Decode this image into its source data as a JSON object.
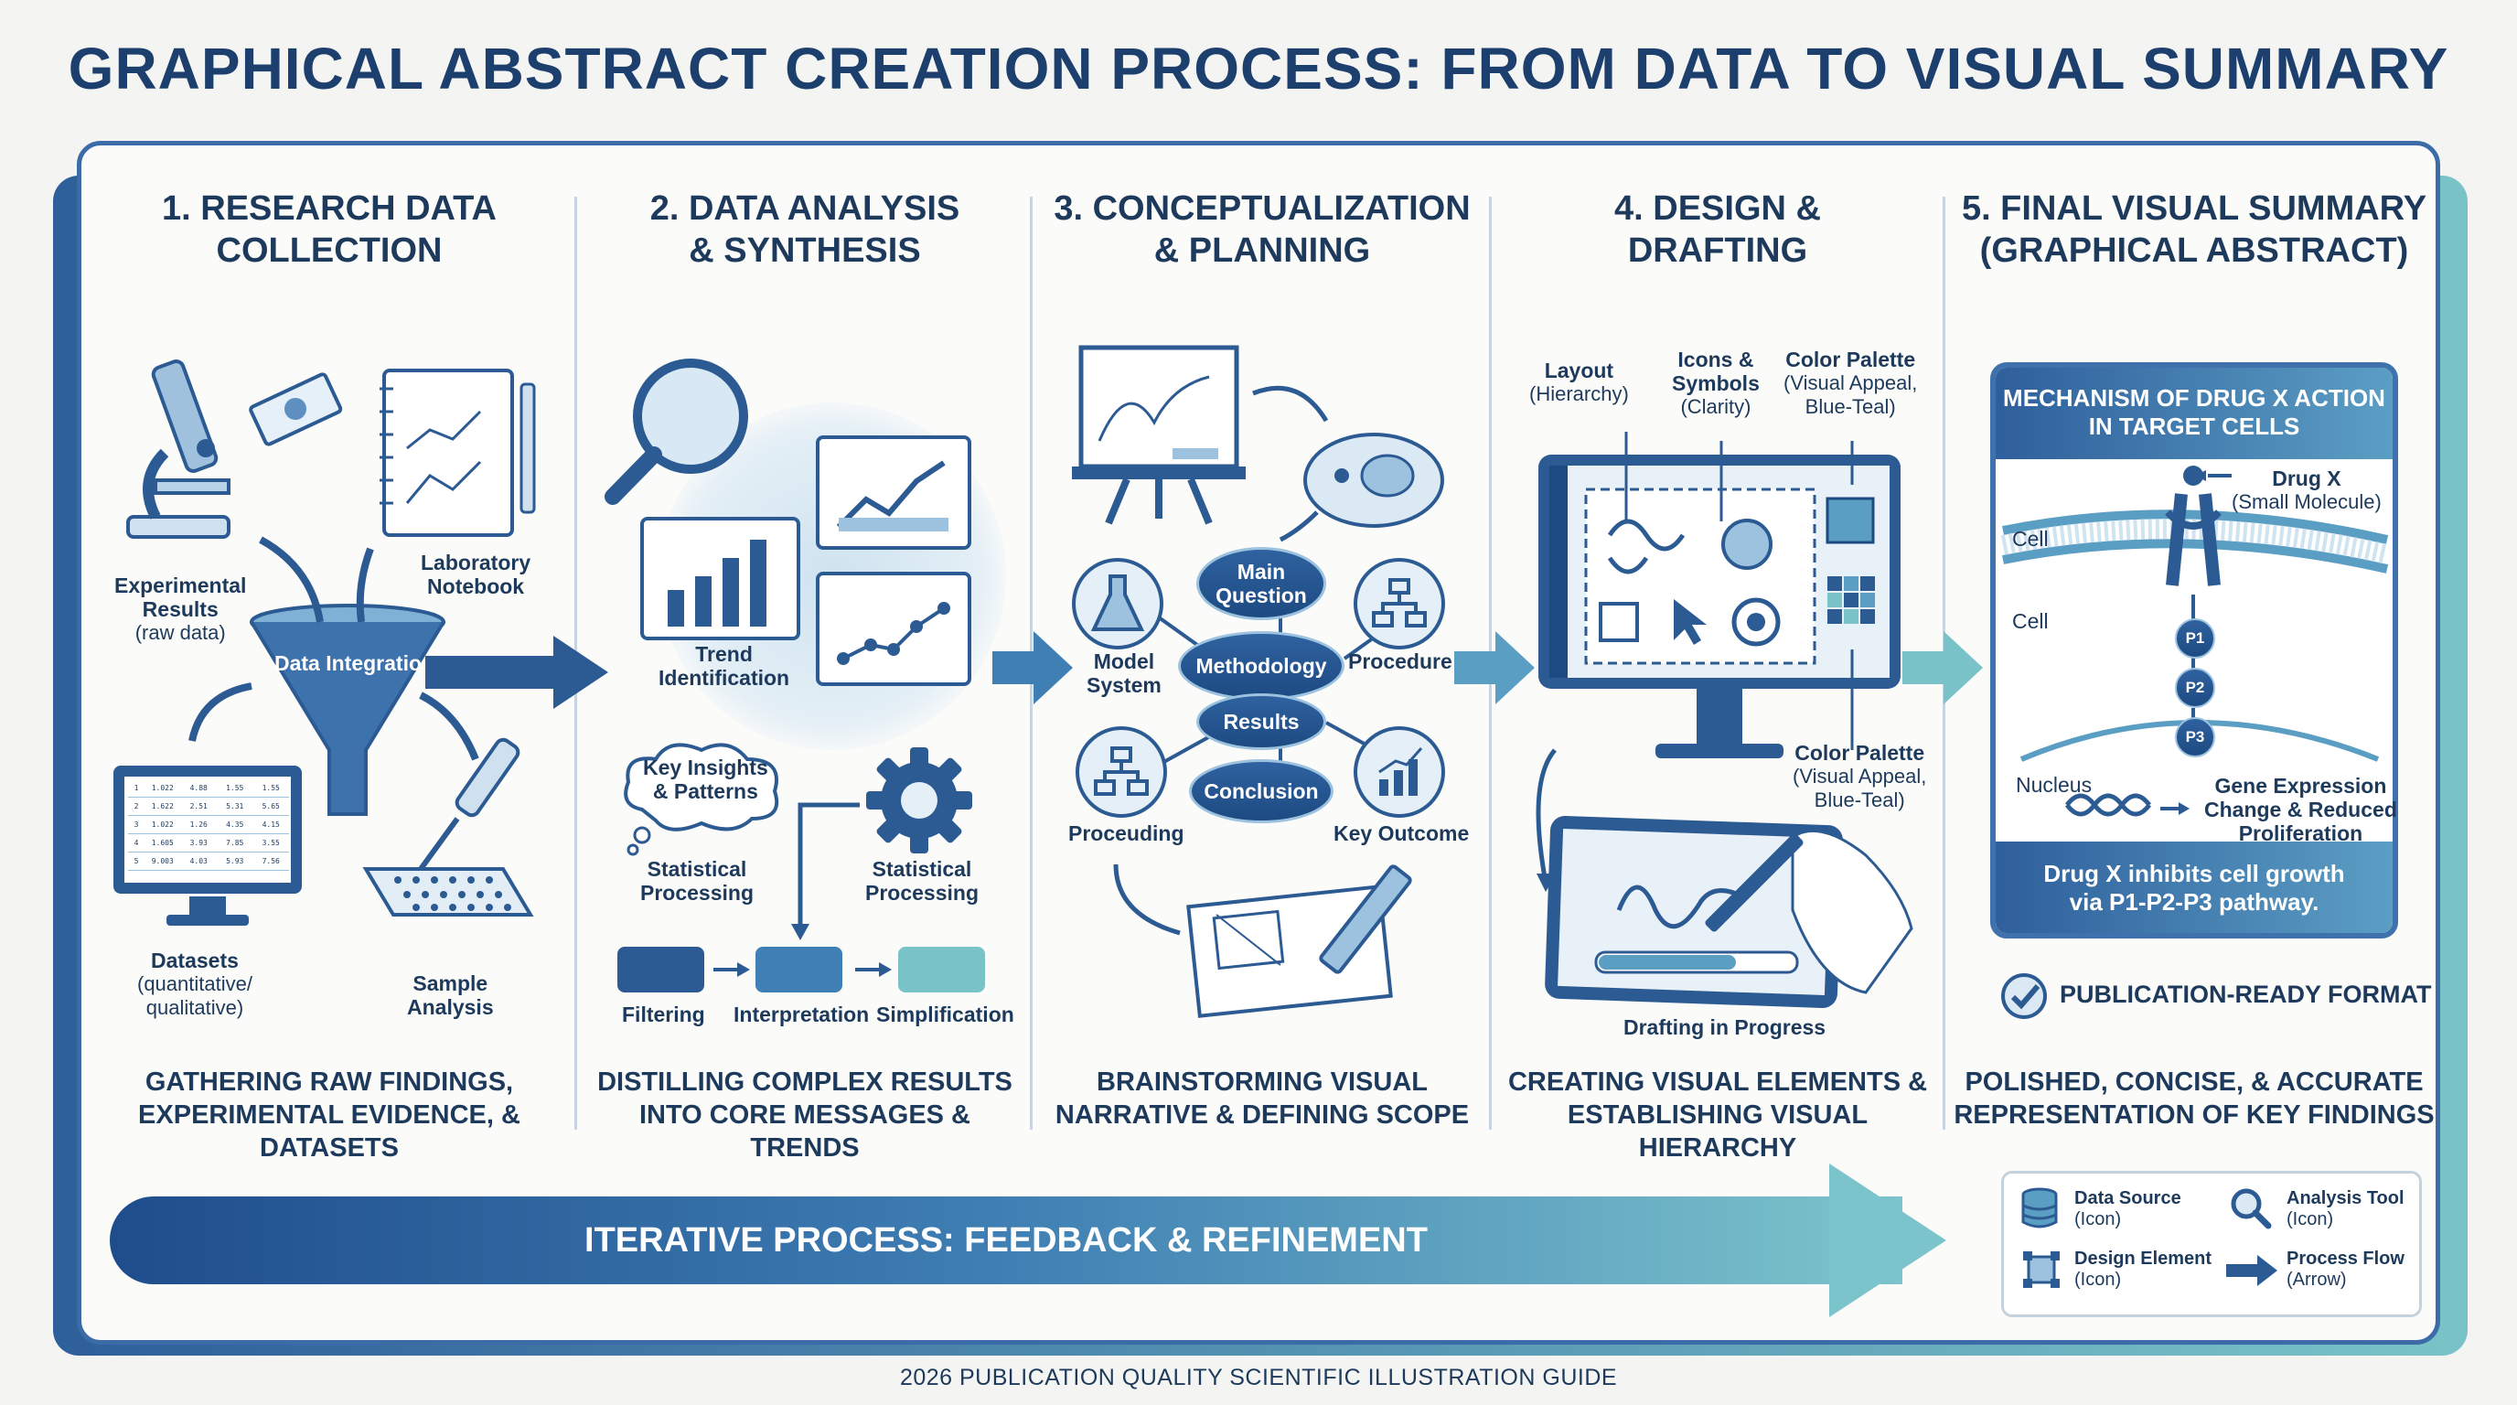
{
  "title": "GRAPHICAL ABSTRACT CREATION PROCESS: FROM DATA TO VISUAL SUMMARY",
  "footer": "2026 PUBLICATION QUALITY SCIENTIFIC ILLUSTRATION GUIDE",
  "colors": {
    "primary": "#1d3f6e",
    "accent": "#3f72ac",
    "teal": "#79c3c8",
    "background": "#f4f5f2"
  },
  "stages": [
    {
      "heading": "1. RESEARCH DATA\nCOLLECTION",
      "footer": "GATHERING RAW FINDINGS,\nEXPERIMENTAL EVIDENCE, & DATASETS",
      "labels": {
        "experimental": "Experimental\nResults",
        "experimental_sub": "(raw data)",
        "notebook": "Laboratory\nNotebook",
        "integration": "Data\nIntegration",
        "datasets": "Datasets",
        "datasets_sub": "(quantitative/\nqualitative)",
        "sample": "Sample\nAnalysis"
      },
      "table_rows": [
        [
          "1",
          "1.022",
          "4.88",
          "1.55",
          "1.55"
        ],
        [
          "2",
          "1.622",
          "2.51",
          "5.31",
          "5.65"
        ],
        [
          "3",
          "1.022",
          "1.26",
          "4.35",
          "4.15"
        ],
        [
          "4",
          "1.605",
          "3.93",
          "7.85",
          "3.55"
        ],
        [
          "5",
          "9.003",
          "4.03",
          "5.93",
          "7.56"
        ]
      ]
    },
    {
      "heading": "2. DATA ANALYSIS\n& SYNTHESIS",
      "footer": "DISTILLING COMPLEX RESULTS\nINTO CORE MESSAGES & TRENDS",
      "labels": {
        "trend": "Trend\nIdentification",
        "insights": "Key Insights\n& Patterns",
        "stat1": "Statistical\nProcessing",
        "stat2": "Statistical\nProcessing",
        "filtering": "Filtering",
        "interpretation": "Interpretation",
        "simplification": "Simplification"
      }
    },
    {
      "heading": "3. CONCEPTUALIZATION\n& PLANNING",
      "footer": "BRAINSTORMING VISUAL\nNARRATIVE & DEFINING SCOPE",
      "labels": {
        "main_question": "Main\nQuestion",
        "methodology": "Methodology",
        "results": "Results",
        "conclusion": "Conclusion",
        "model_system": "Model\nSystem",
        "procedure": "Procedure",
        "proceuding": "Proceuding",
        "key_outcome": "Key Outcome"
      }
    },
    {
      "heading": "4. DESIGN &\nDRAFTING",
      "footer": "CREATING VISUAL ELEMENTS &\nESTABLISHING VISUAL HIERARCHY",
      "labels": {
        "layout": "Layout",
        "layout_sub": "(Hierarchy)",
        "icons": "Icons &\nSymbols",
        "icons_sub": "(Clarity)",
        "palette_top": "Color Palette",
        "palette_top_sub": "(Visual Appeal,\nBlue-Teal)",
        "palette_mid": "Color Palette",
        "palette_mid_sub": "(Visual Appeal,\nBlue-Teal)",
        "drafting": "Drafting in Progress"
      }
    },
    {
      "heading": "5. FINAL VISUAL SUMMARY\n(GRAPHICAL ABSTRACT)",
      "footer": "POLISHED, CONCISE, & ACCURATE\nREPRESENTATION OF KEY FINDINGS",
      "panel": {
        "title": "MECHANISM OF DRUG X ACTION\nIN TARGET CELLS",
        "drug": "Drug X",
        "drug_sub": "(Small Molecule)",
        "cell_top": "Cell",
        "cell_bottom": "Cell",
        "p1": "P1",
        "p2": "P2",
        "p3": "P3",
        "nucleus": "Nucleus",
        "gene": "Gene Expression\nChange & Reduced\nProliferation",
        "summary": "Drug X inhibits cell growth\nvia P1-P2-P3 pathway."
      },
      "publication": "PUBLICATION-READY FORMAT"
    }
  ],
  "iterative": "ITERATIVE PROCESS: FEEDBACK & REFINEMENT",
  "legend": [
    {
      "icon": "database-icon",
      "label": "Data Source",
      "sub": "(Icon)"
    },
    {
      "icon": "magnifier-icon",
      "label": "Analysis Tool",
      "sub": "(Icon)"
    },
    {
      "icon": "design-element-icon",
      "label": "Design Element",
      "sub": "(Icon)"
    },
    {
      "icon": "arrow-icon",
      "label": "Process Flow",
      "sub": "(Arrow)"
    }
  ]
}
